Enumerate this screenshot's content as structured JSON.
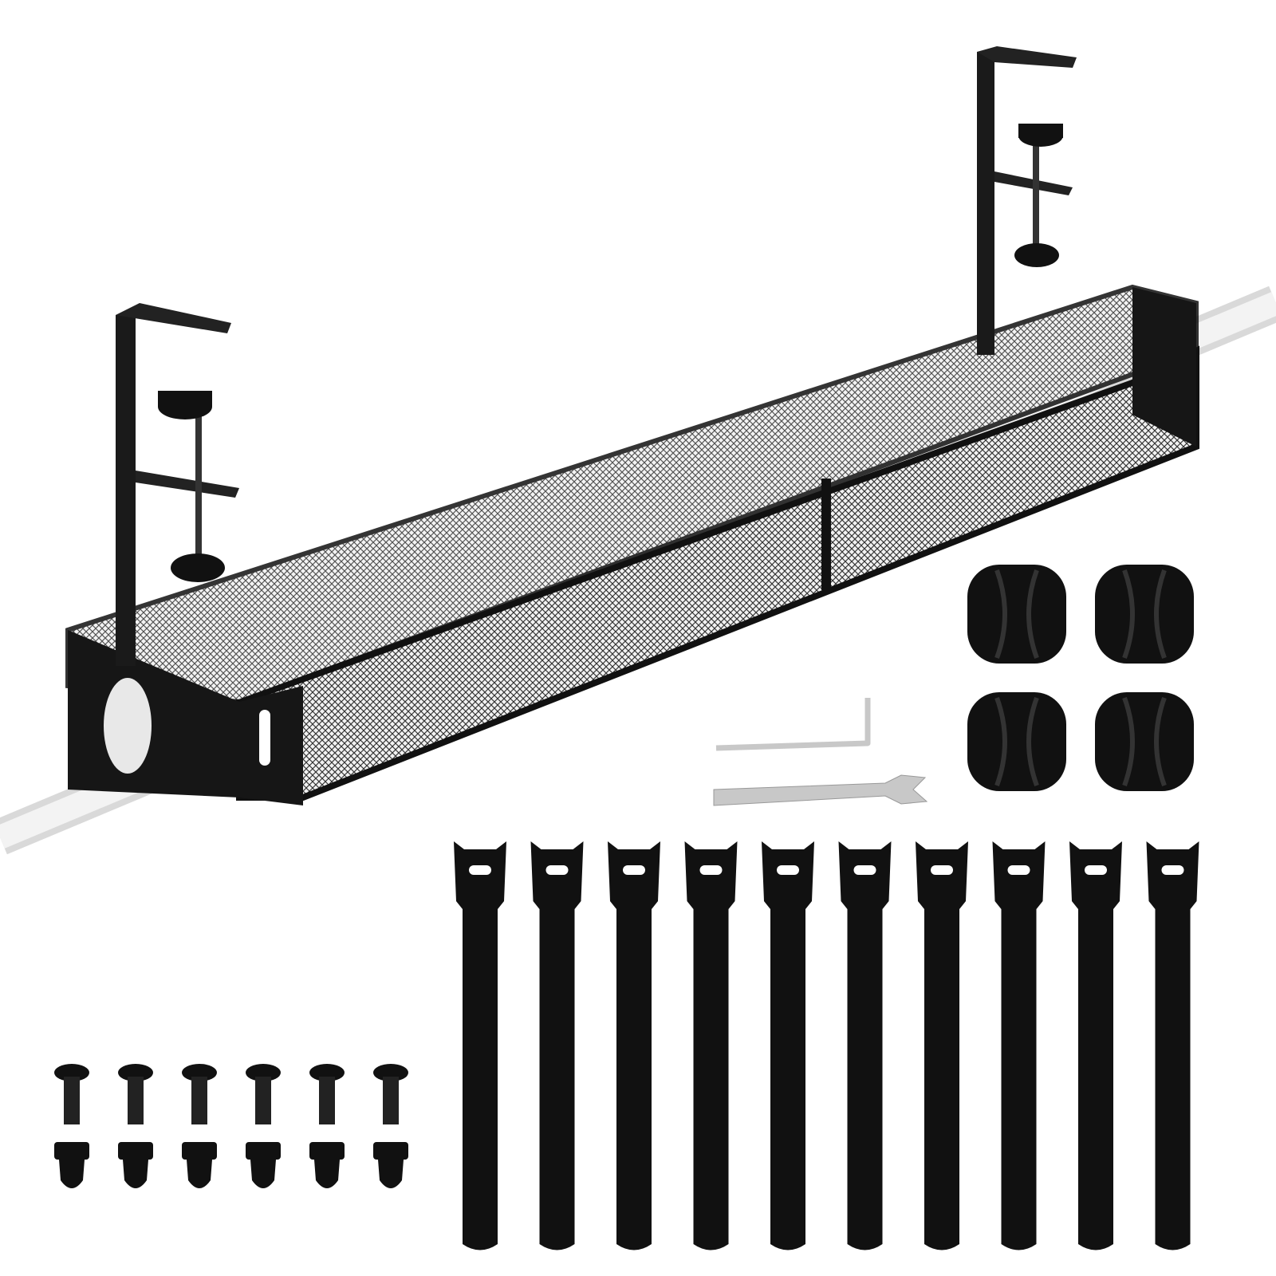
{
  "colors": {
    "background": "#ffffff",
    "metal": "#1a1a1a",
    "mesh": "#3a3a3a",
    "cable": "#e8e8e8",
    "tool": "#c8c8c8",
    "rubber": "#111111"
  },
  "items": {
    "tray": {
      "icon": "mesh-cable-tray"
    },
    "clamps": {
      "icon": "desk-clamp"
    },
    "cable_clips": {
      "icon": "cable-organizer-clip"
    },
    "straps": {
      "icon": "velcro-cable-tie"
    },
    "screws": {
      "icon": "screw"
    },
    "nuts": {
      "icon": "nut"
    },
    "allen_key": {
      "icon": "allen-key"
    },
    "wrench": {
      "icon": "wrench"
    }
  }
}
